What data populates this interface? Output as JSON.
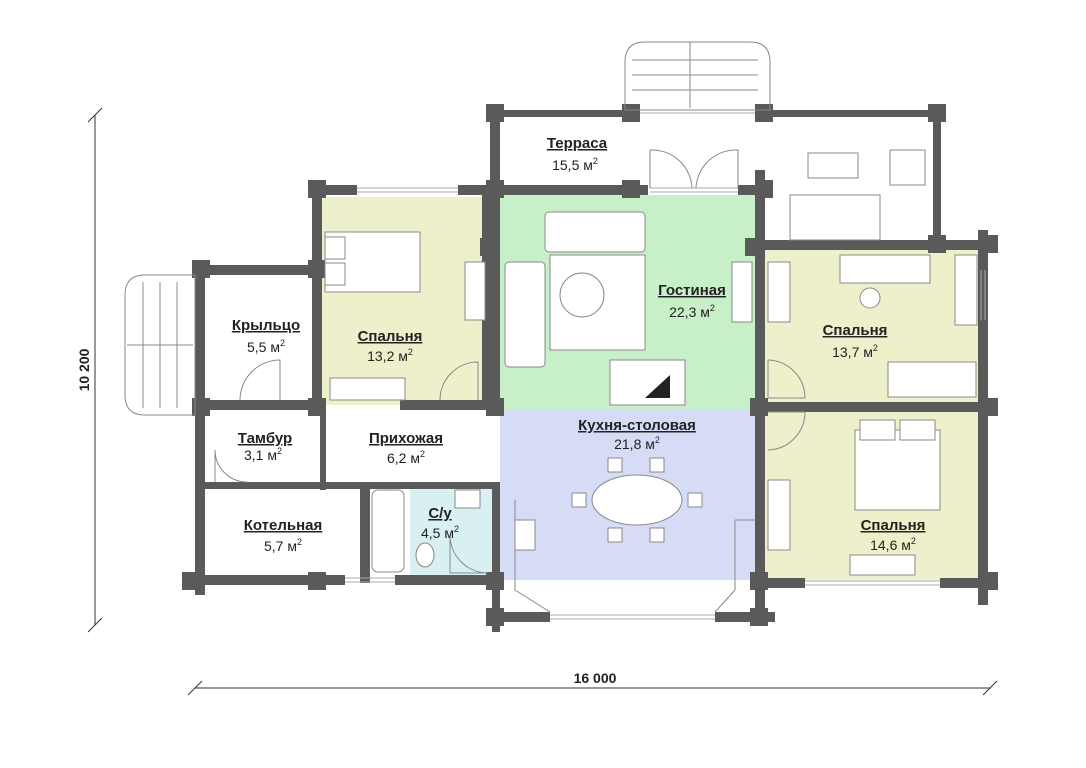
{
  "plan": {
    "dimension_width": "16 000",
    "dimension_height": "10 200",
    "area_unit": "м",
    "area_exp": "2",
    "colors": {
      "wall": "#5a5a5a",
      "bedroom": "#eef0cc",
      "living": "#c8f0c8",
      "kitchen": "#d6dcf6",
      "bath": "#d8f0f2"
    },
    "rooms": {
      "terrace": {
        "name": "Терраса",
        "area": "15,5"
      },
      "porch": {
        "name": "Крыльцо",
        "area": "5,5"
      },
      "bedroom1": {
        "name": "Спальня",
        "area": "13,2"
      },
      "living": {
        "name": "Гостиная",
        "area": "22,3"
      },
      "bedroom2": {
        "name": "Спальня",
        "area": "13,7"
      },
      "vestibule": {
        "name": "Тамбур",
        "area": "3,1"
      },
      "hall": {
        "name": "Прихожая",
        "area": "6,2"
      },
      "kitchen": {
        "name": "Кухня-столовая",
        "area": "21,8"
      },
      "bedroom3": {
        "name": "Спальня",
        "area": "14,6"
      },
      "boiler": {
        "name": "Котельная",
        "area": "5,7"
      },
      "wc": {
        "name": "С/у",
        "area": "4,5"
      }
    }
  }
}
